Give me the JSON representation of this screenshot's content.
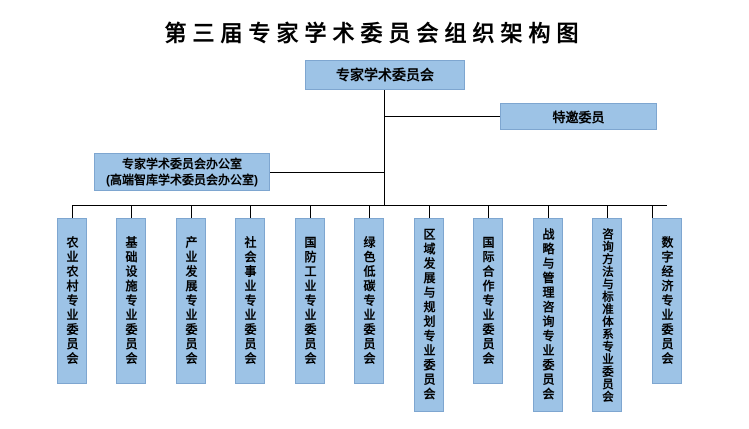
{
  "title": "第三届专家学术委员会组织架构图",
  "nodes": {
    "root": "专家学术委员会",
    "invited": "特邀委员",
    "office_line1": "专家学术委员会办公室",
    "office_line2": "(高端智库学术委员会办公室)"
  },
  "committees": [
    "农业农村专业委员会",
    "基础设施专业委员会",
    "产业发展专业委员会",
    "社会事业专业委员会",
    "国防工业专业委员会",
    "绿色低碳专业委员会",
    "区域发展与规划专业委员会",
    "国际合作专业委员会",
    "战略与管理咨询专业委员会",
    "咨询方法与标准体系专业委员会",
    "数字经济专业委员会"
  ],
  "colors": {
    "box_fill": "#9DC3E6",
    "box_border": "#7EA6D0",
    "line": "#000000",
    "background": "#FFFFFF"
  }
}
